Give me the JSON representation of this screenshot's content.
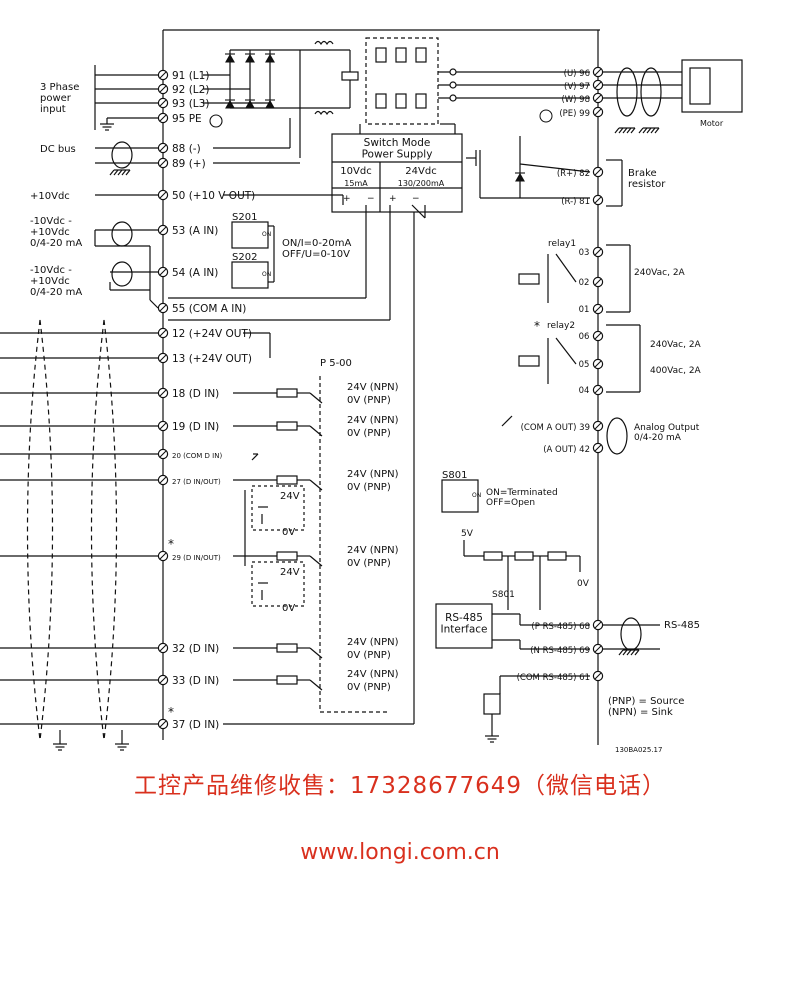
{
  "diagram": {
    "left_inputs": {
      "mains": "3 Phase\npower\ninput",
      "dc_bus": "DC bus",
      "plus10": "+10Vdc",
      "ain53": "-10Vdc -\n+10Vdc\n0/4-20 mA",
      "ain54": "-10Vdc -\n+10Vdc\n0/4-20 mA"
    },
    "terminals_left": [
      "91 (L1)",
      "92 (L2)",
      "93 (L3)",
      "95 PE",
      "88 (-)",
      "89 (+)",
      "50 (+10 V OUT)",
      "53 (A IN)",
      "54 (A IN)",
      "55 (COM A IN)",
      "12 (+24V OUT)",
      "13 (+24V OUT)",
      "18 (D IN)",
      "19 (D IN)",
      "20 (COM D IN)",
      "27 (D IN/OUT)",
      "29 (D IN/OUT)",
      "32 (D IN)",
      "33 (D IN)",
      "37 (D IN)"
    ],
    "psu": {
      "title": "Switch Mode\nPower Supply",
      "v10": "10Vdc",
      "v10_current": "15mA",
      "v24": "24Vdc",
      "v24_current": "130/200mA"
    },
    "switches": {
      "s201": "S201",
      "s202": "S202",
      "on": "ON",
      "setting": "ON/I=0-20mA\nOFF/U=0-10V",
      "s801": "S801",
      "s801_setting": "ON=Terminated\nOFF=Open"
    },
    "parameter": "P 5-00",
    "logic": {
      "npn": "24V (NPN)",
      "pnp": "0V (PNP)",
      "v24": "24V",
      "v0": "0V"
    },
    "terminals_right": {
      "u": "(U) 96",
      "v": "(V) 97",
      "w": "(W) 98",
      "pe": "(PE) 99",
      "r_plus": "(R+) 82",
      "r_minus": "(R-) 81",
      "com_a_out": "(COM A OUT) 39",
      "a_out": "(A OUT) 42",
      "p_rs485": "(P RS-485) 68",
      "n_rs485": "(N RS-485) 69",
      "com_rs485": "(COM RS-485) 61"
    },
    "motor": "Motor",
    "brake": "Brake\nresistor",
    "relays": {
      "relay1": "relay1",
      "relay2": "relay2",
      "r1_contacts": [
        "03",
        "02",
        "01"
      ],
      "r2_contacts": [
        "06",
        "05",
        "04"
      ],
      "rating_240_a": "240Vac, 2A",
      "rating_240_b": "240Vac, 2A",
      "rating_400": "400Vac, 2A"
    },
    "analog_output": "Analog Output\n0/4-20 mA",
    "rs485": {
      "interface": "RS-485\nInterface",
      "label": "RS-485",
      "supply": "5V",
      "ground": "0V"
    },
    "legend": "(PNP) = Source\n(NPN) = Sink",
    "asterisk": "*",
    "drawing_code": "130BA025.17"
  },
  "promo": {
    "text": "工控产品维修收售：17328677649（微信电话）",
    "website": "www.longi.com.cn"
  }
}
